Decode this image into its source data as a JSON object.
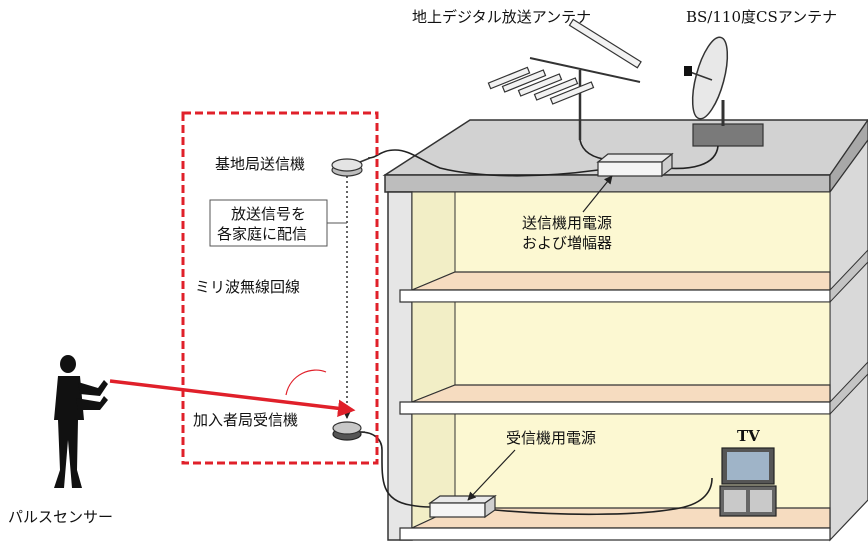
{
  "labels": {
    "terrestrial_antenna": "地上デジタル放送アンテナ",
    "bs_cs_antenna": "BS/110度CSアンテナ",
    "base_station_tx": "基地局送信機",
    "distribute_line1": "放送信号を",
    "distribute_line2": "各家庭に配信",
    "mmwave_link": "ミリ波無線回線",
    "subscriber_rx": "加入者局受信機",
    "tx_power_line1": "送信機用電源",
    "tx_power_line2": "および増幅器",
    "rx_power": "受信機用電源",
    "tv": "TV",
    "pulse_sensor": "パルスセンサー"
  },
  "colors": {
    "building_outline": "#333333",
    "floor_wood": "#f6dcc0",
    "room_wall": "#fcf8d2",
    "roof_gray": "#cfcfcf",
    "dashed_box": "#e0202a",
    "pulse_arrow": "#e0202a",
    "person": "#111111"
  }
}
